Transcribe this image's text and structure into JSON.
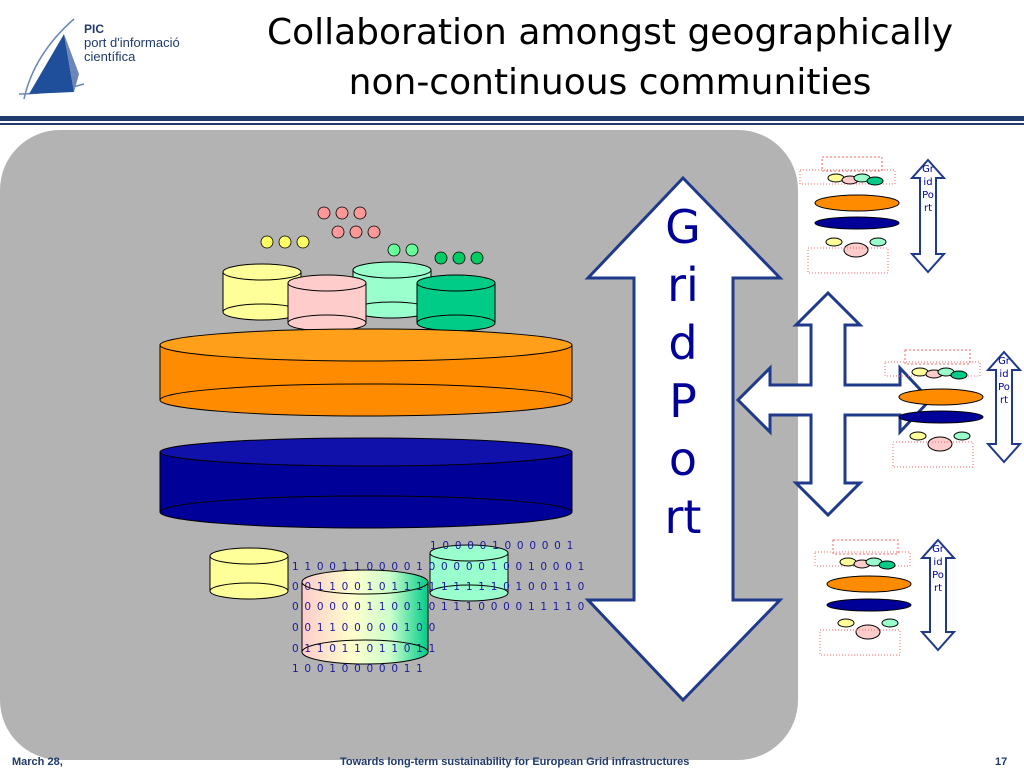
{
  "logo": {
    "abbr": "PIC",
    "line1": "port d'informació",
    "line2": "científica"
  },
  "title_line1": "Collaboration amongst geographically",
  "title_line2": "non-continuous communities",
  "gridport_label": "G r i d P o r t",
  "bits": {
    "row1": "1 0 0 0 0 1 0 0 0 0 0 1",
    "row2": "1 1 0 0 1 1 0 0 0 0 1 0 0 0 0 0 1 0 0 1 0 0 0 1",
    "row3": "0 0 1 1 0 0 1 0 1 1 1 1 1 1 1 1 1 0 1 0 0 1 1 0",
    "row4": "0 0 0 0 0 0 1 1 0 0 1 0 1 1 1 0 0 0 0 1 1 1 1 0",
    "row5": "0 0 1 1 0 0 0 0 0 1 0 0",
    "row6": "0 1 1 0 1 1 0 1 1 0 1 1",
    "row7": "1 0 0 1 0 0 0 0 0 1 1"
  },
  "colors": {
    "orange": "#ff8c00",
    "blue": "#000099",
    "yellow": "#ffff99",
    "pink": "#ffcccc",
    "mint": "#99ffcc",
    "green": "#00cc88",
    "panel": "#b3b3b3",
    "arrow": "#1f3a8a"
  },
  "footer": {
    "date": "March 28,",
    "center": "Towards long-term sustainability for European Grid infrastructures",
    "page": "17"
  }
}
